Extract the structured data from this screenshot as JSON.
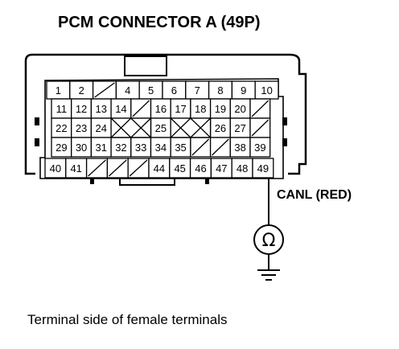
{
  "title": "PCM CONNECTOR A (49P)",
  "wire_label": "CANL (RED)",
  "meter_symbol": "Ω",
  "caption": "Terminal side of female terminals",
  "rows": [
    [
      "1",
      "2",
      "/",
      "4",
      "5",
      "6",
      "7",
      "8",
      "9",
      "10"
    ],
    [
      "11",
      "12",
      "13",
      "14",
      "/",
      "16",
      "17",
      "18",
      "19",
      "20",
      "/"
    ],
    [
      "22",
      "23",
      "24",
      "X",
      "X",
      "25",
      "X",
      "X",
      "26",
      "27",
      "/"
    ],
    [
      "29",
      "30",
      "31",
      "32",
      "33",
      "34",
      "35",
      "/",
      "/",
      "38",
      "39"
    ],
    [
      "40",
      "41",
      "/",
      "/",
      "/",
      "44",
      "45",
      "46",
      "47",
      "48",
      "49"
    ]
  ],
  "probed_terminal": "49",
  "icons": {
    "ohmmeter": "ohmmeter-icon",
    "ground": "ground-icon"
  }
}
